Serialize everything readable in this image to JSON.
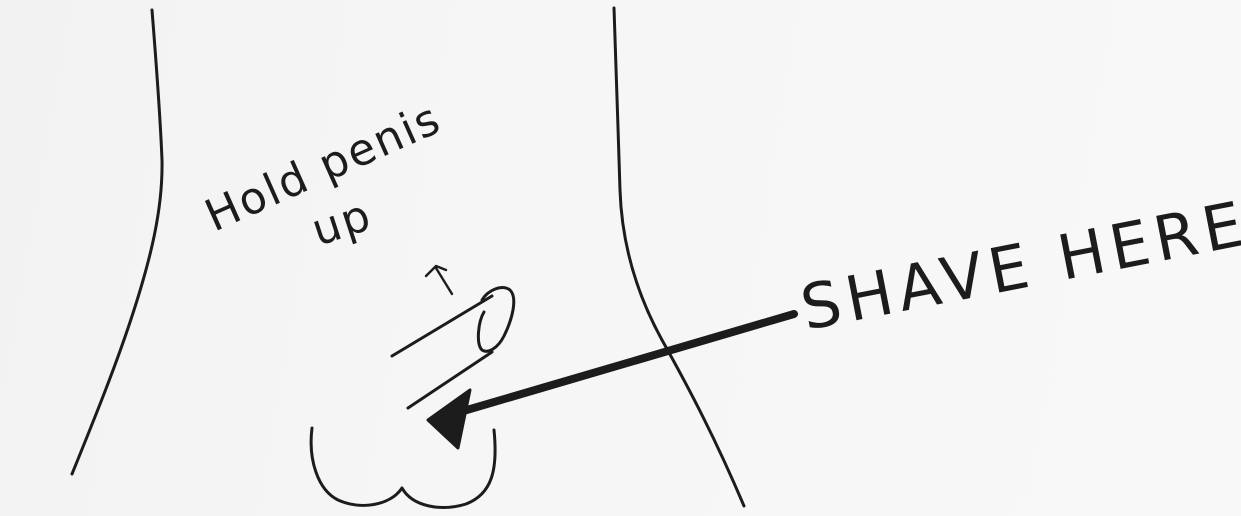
{
  "annotations": {
    "hold_line1": "Hold penis",
    "hold_line2": "up",
    "shave": "SHAVE HERE"
  },
  "colors": {
    "ink": "#1c1c1c",
    "paper": "#f5f5f5"
  }
}
